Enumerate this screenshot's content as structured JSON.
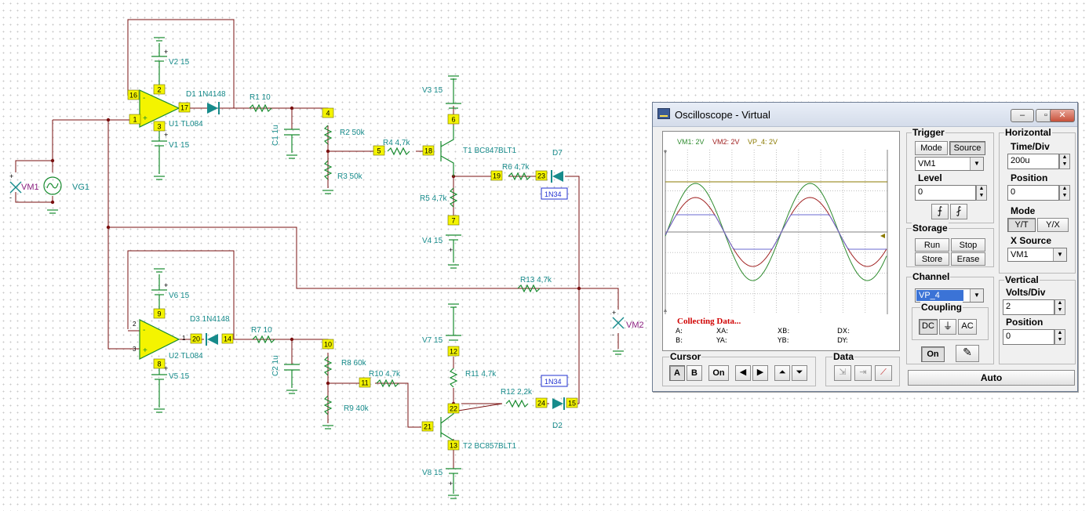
{
  "schematic": {
    "vm1": "VM1",
    "vg1": "VG1",
    "vm2": "VM2",
    "v1": "V1 15",
    "v2": "V2 15",
    "v3": "V3 15",
    "v4": "V4 15",
    "v5": "V5 15",
    "v6": "V6 15",
    "v7": "V7 15",
    "v8": "V8 15",
    "u1": "U1 TL084",
    "u2": "U2 TL084",
    "d1": "D1 1N4148",
    "d3": "D3 1N4148",
    "d7": "D7",
    "d2": "D2",
    "d_model": "1N34",
    "r1": "R1 10",
    "r7": "R7 10",
    "c1": "C1 1u",
    "c2": "C2 1u",
    "r2": "R2 50k",
    "r3": "R3 50k",
    "r8": "R8 60k",
    "r9": "R9 40k",
    "r4": "R4 4,7k",
    "r5": "R5 4,7k",
    "r6": "R6 4,7k",
    "r10": "R10 4,7k",
    "r11": "R11 4,7k",
    "r12": "R12 2,2k",
    "r13": "R13 4,7k",
    "t1": "T1 BC847BLT1",
    "t2": "T2 BC857BLT1",
    "plus": "+",
    "minus": "-",
    "nodes": [
      "16",
      "1",
      "2",
      "3",
      "17",
      "4",
      "5",
      "18",
      "6",
      "7",
      "19",
      "23",
      "2",
      "3",
      "9",
      "8",
      "1",
      "20",
      "14",
      "10",
      "11",
      "12",
      "21",
      "22",
      "13",
      "24",
      "15"
    ]
  },
  "scope": {
    "title": "Oscilloscope - Virtual",
    "legend": [
      {
        "label": "VM1: 2V",
        "color": "#2e8b2e"
      },
      {
        "label": "VM2: 2V",
        "color": "#a02020"
      },
      {
        "label": "VP_4: 2V",
        "color": "#8b7a00"
      }
    ],
    "status": "Collecting Data...",
    "readouts": {
      "a": "A:",
      "b": "B:",
      "xa": "XA:",
      "ya": "YA:",
      "xb": "XB:",
      "yb": "YB:",
      "dx": "DX:",
      "dy": "DY:"
    },
    "trigger": {
      "title": "Trigger",
      "mode": "Mode",
      "source": "Source",
      "source_value": "VM1",
      "level_label": "Level",
      "level_value": "0"
    },
    "horizontal": {
      "title": "Horizontal",
      "time_label": "Time/Div",
      "time_value": "200u",
      "position_label": "Position",
      "position_value": "0",
      "mode_label": "Mode",
      "yt": "Y/T",
      "yx": "Y/X",
      "xsource_label": "X Source",
      "xsource_value": "VM1"
    },
    "storage": {
      "title": "Storage",
      "run": "Run",
      "stop": "Stop",
      "store": "Store",
      "erase": "Erase"
    },
    "channel": {
      "title": "Channel",
      "value": "VP_4",
      "coupling_label": "Coupling",
      "dc": "DC",
      "ac": "AC",
      "on": "On"
    },
    "vertical": {
      "title": "Vertical",
      "volts_label": "Volts/Div",
      "volts_value": "2",
      "position_label": "Position",
      "position_value": "0"
    },
    "cursor": {
      "title": "Cursor",
      "a": "A",
      "b": "B",
      "on": "On"
    },
    "data": {
      "title": "Data"
    },
    "auto": "Auto"
  }
}
